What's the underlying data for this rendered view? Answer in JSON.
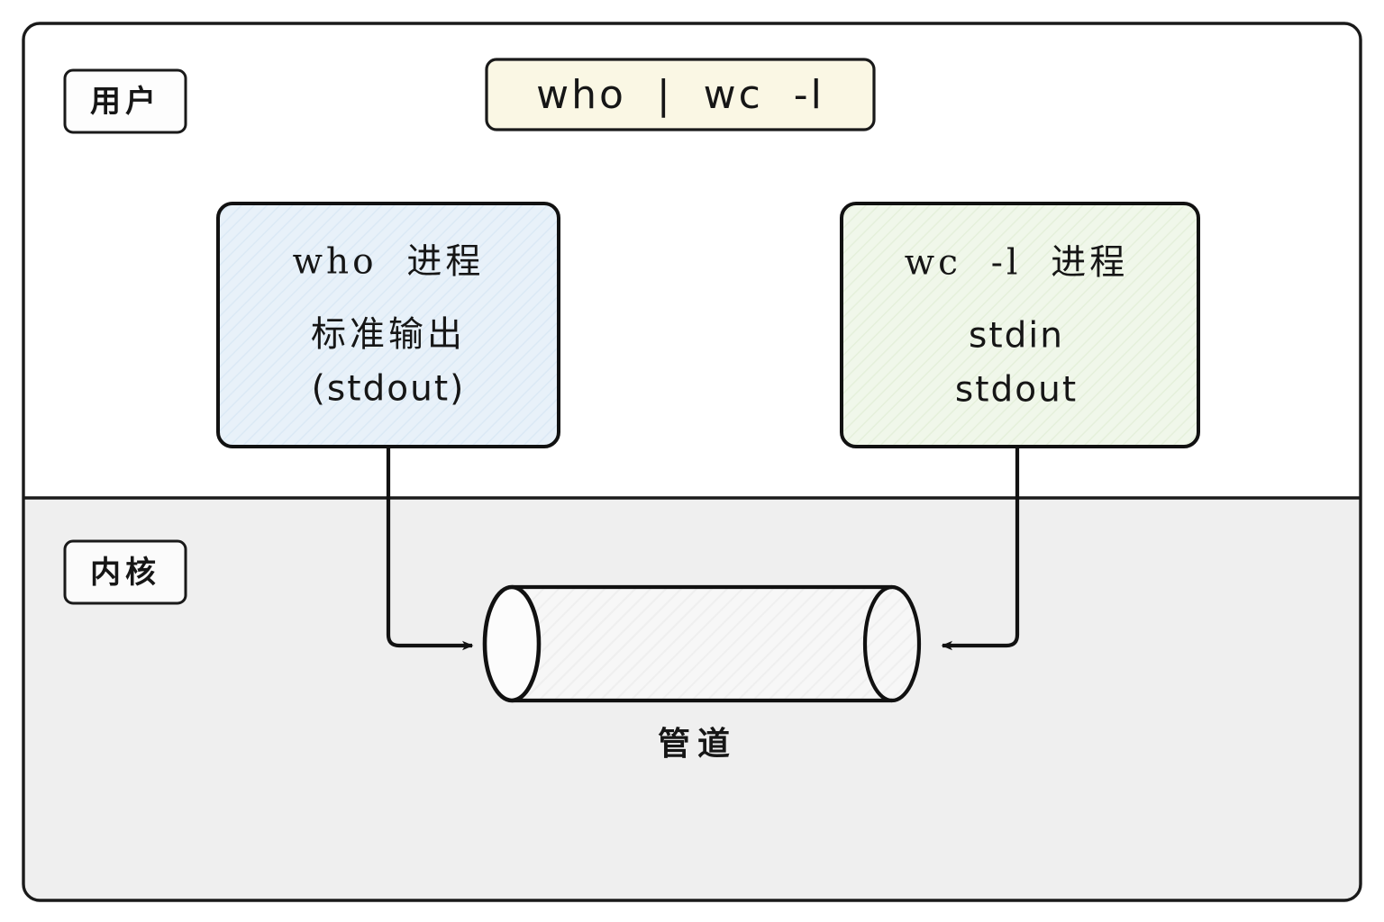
{
  "diagram": {
    "title_zones": {
      "user_label": "用户",
      "kernel_label": "内核"
    },
    "command_box": {
      "text": "who  |  wc  -l",
      "fill": "#faf7e4",
      "stroke": "#1a1a1a"
    },
    "process_boxes": [
      {
        "id": "who-process",
        "fill": "#e8f1f9",
        "stroke": "#1a1a1a",
        "lines": [
          "who  进程",
          "标准输出",
          "(stdout)"
        ]
      },
      {
        "id": "wc-process",
        "fill": "#f0f7ea",
        "stroke": "#1a1a1a",
        "lines": [
          "wc  -l  进程",
          "stdin",
          "stdout"
        ]
      }
    ],
    "pipe": {
      "caption": "管道",
      "fill": "#f7f7f7",
      "stroke": "#1a1a1a"
    },
    "zones": {
      "user_fill": "#ffffff",
      "kernel_fill": "#efefef",
      "frame_stroke": "#1a1a1a"
    },
    "connectors": [
      {
        "id": "who-stdout-to-pipe",
        "direction": "down-right-into-pipe-left"
      },
      {
        "id": "wc-stdin-from-pipe",
        "direction": "down-left-into-pipe-right"
      }
    ]
  }
}
